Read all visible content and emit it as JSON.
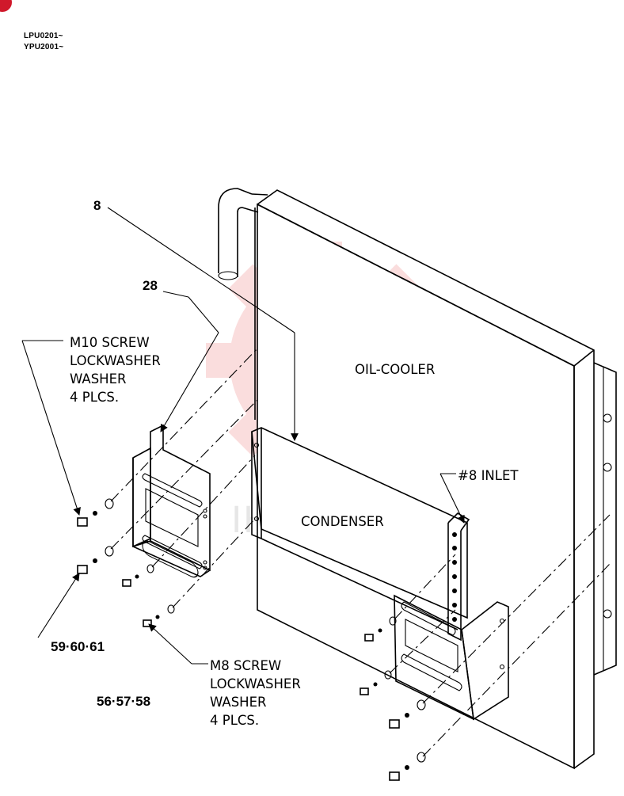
{
  "serials": [
    "LPU0201~",
    "YPU2001~"
  ],
  "components": {
    "oil_cooler": "OIL-COOLER",
    "condenser": "CONDENSER",
    "inlet": "#8 INLET"
  },
  "callouts": {
    "part_8": "8",
    "part_28": "28",
    "part_59_60_61": "59·60·61",
    "part_56_57_58": "56·57·58"
  },
  "hardware": {
    "m10": [
      "M10 SCREW",
      "LOCKWASHER",
      "WASHER",
      "4 PLCS."
    ],
    "m8": [
      "M8 SCREW",
      "LOCKWASHER",
      "WASHER",
      "4 PLCS."
    ]
  },
  "watermark": "IHTEY",
  "colors": {
    "badge": "#d0192b",
    "watermark": "#f2a0a0",
    "ink": "#000000"
  }
}
